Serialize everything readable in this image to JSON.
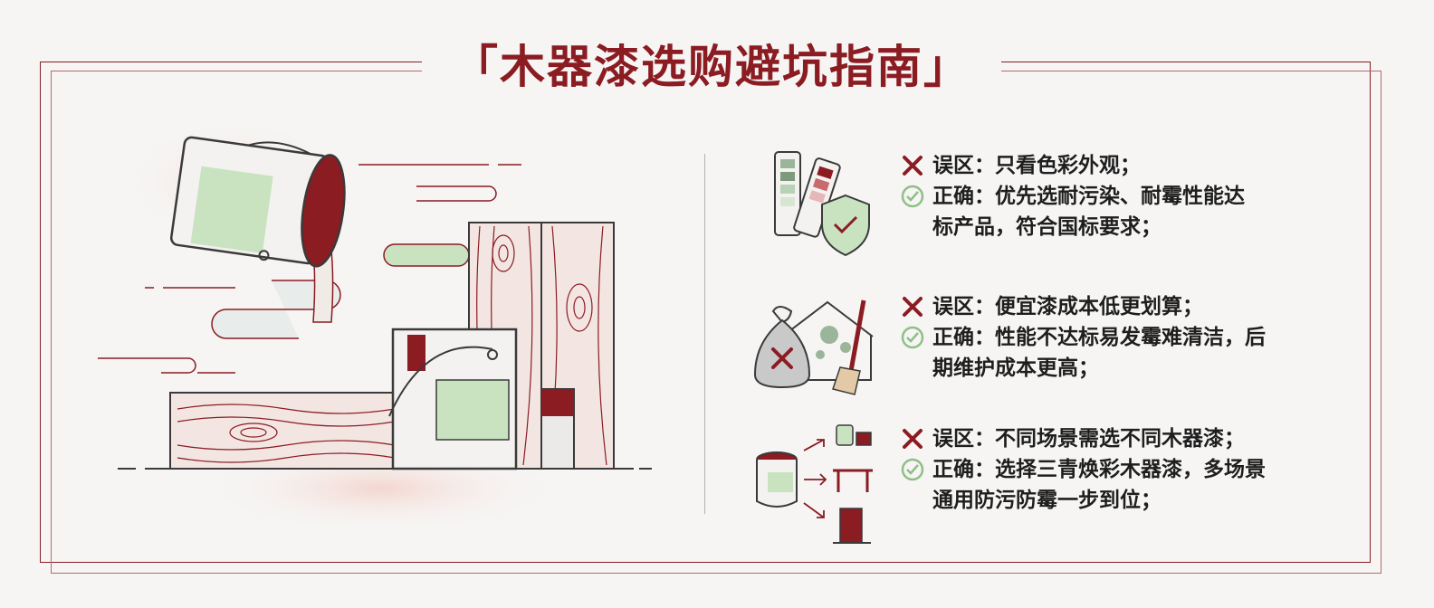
{
  "title": "「木器漆选购避坑指南」",
  "colors": {
    "accent": "#8a1c22",
    "green": "#c9e3c0",
    "text": "#1e1e1e"
  },
  "items": [
    {
      "icon": "color-swatch-shield-icon",
      "myth_label": "误区：",
      "myth_text": "只看色彩外观；",
      "fact_label": "正确：",
      "fact_text_1": "优先选耐污染、耐霉性能达",
      "fact_text_2": "标产品，符合国标要求；"
    },
    {
      "icon": "money-bag-mold-house-icon",
      "myth_label": "误区：",
      "myth_text": "便宜漆成本低更划算；",
      "fact_label": "正确：",
      "fact_text_1": "性能不达标易发霉难清洁，后",
      "fact_text_2": "期维护成本更高；"
    },
    {
      "icon": "paint-can-furniture-icon",
      "myth_label": "误区：",
      "myth_text": "不同场景需选不同木器漆；",
      "fact_label": "正确：",
      "fact_text_1": "选择三青焕彩木器漆，多场景",
      "fact_text_2": "通用防污防霉一步到位；"
    }
  ]
}
